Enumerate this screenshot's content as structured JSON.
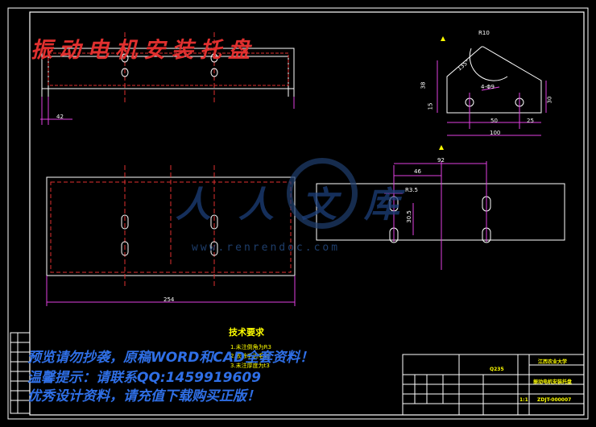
{
  "drawing_title": "振动电机安装托盘",
  "watermark_lines": [
    "预览请勿抄袭，原稿WORD和CAD全套资料！",
    "温馨提示：请联系QQ:1459919609",
    "优秀设计资料，请充值下载购买正版！"
  ],
  "logo": {
    "text": "人人文库",
    "url": "www.renrendoc.com"
  },
  "tech_requirements": {
    "title": "技术要求",
    "items": [
      "1.未注倒角为R3",
      "2.去除毛边毛刺",
      "3.未注厚度为t3"
    ]
  },
  "dimensions": {
    "d42": "42",
    "d254": "254",
    "d46": "46",
    "d92": "92",
    "r35": "R3.5",
    "d305": "30.5",
    "r10": "R10",
    "d38": "38",
    "d15": "15",
    "holes": "4-Φ9",
    "d50": "50",
    "d25": "25",
    "d100": "100",
    "d30": "30",
    "a135": "135°"
  },
  "title_block": {
    "school": "江西农业大学",
    "part_name": "振动电机安装托盘",
    "material": "Q235",
    "drawing_no": "ZDJT-000007",
    "scale": "1:1"
  }
}
